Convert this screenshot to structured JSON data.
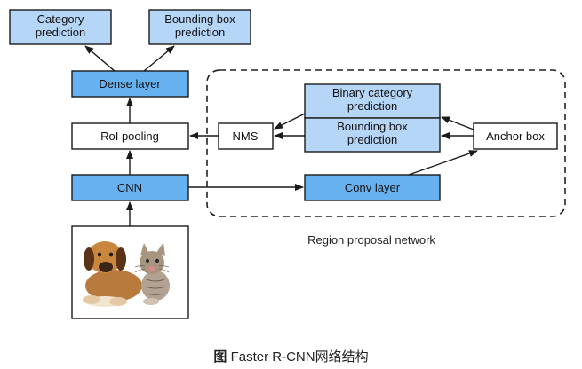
{
  "nodes": {
    "category_prediction": [
      "Category",
      "prediction"
    ],
    "bounding_box_prediction_top": [
      "Bounding box",
      "prediction"
    ],
    "dense_layer": [
      "Dense layer"
    ],
    "roi_pooling": [
      "RoI pooling"
    ],
    "nms": [
      "NMS"
    ],
    "binary_category_prediction": [
      "Binary category",
      "prediction"
    ],
    "bounding_box_prediction_rpn": [
      "Bounding box",
      "prediction"
    ],
    "anchor_box": [
      "Anchor box"
    ],
    "cnn": [
      "CNN"
    ],
    "conv_layer": [
      "Conv layer"
    ]
  },
  "region_label": "Region proposal network",
  "caption": {
    "prefix": "图",
    "text": " Faster R-CNN网络结构"
  },
  "colors": {
    "light_fill": "#b6d6f8",
    "dark_fill": "#66b2f0",
    "white_fill": "#ffffff",
    "stroke": "#1a1a1a",
    "image_tile": "#ffffff"
  },
  "image": {
    "description_icon": "dog-and-kitten-photo-icon"
  }
}
